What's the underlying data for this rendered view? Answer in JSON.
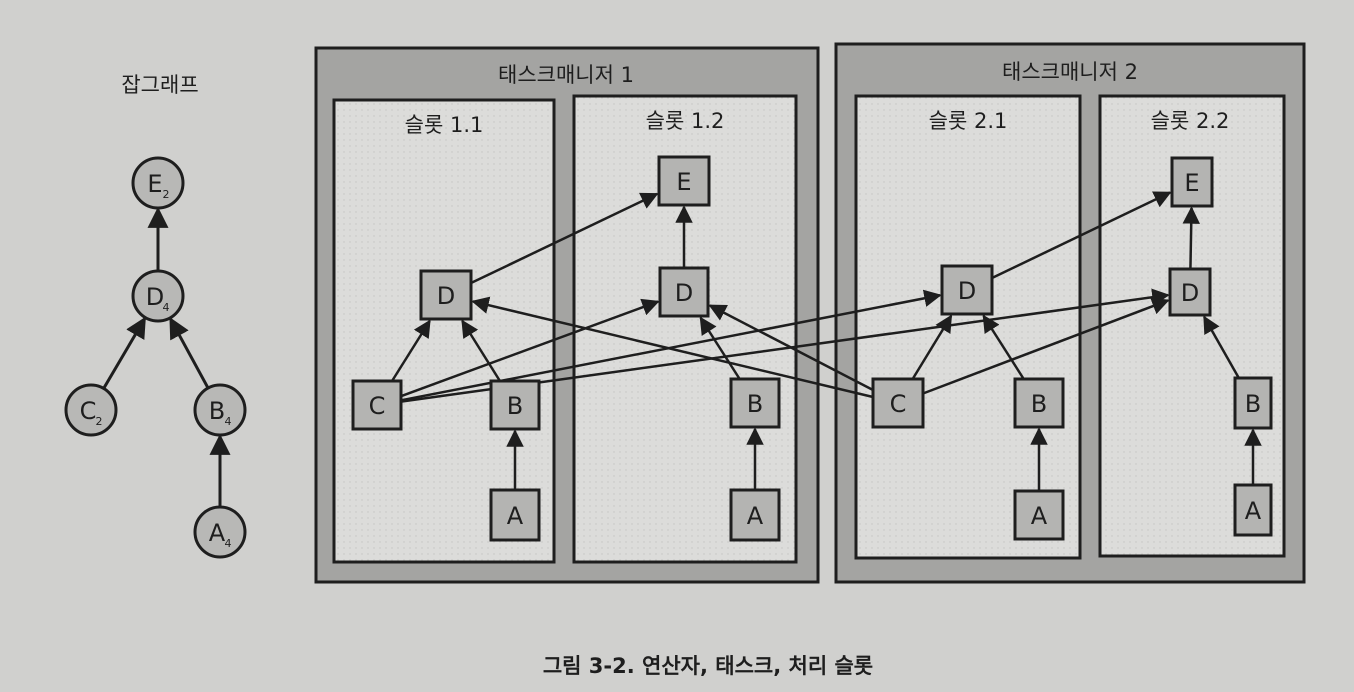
{
  "job_graph": {
    "title": "잡그래프",
    "nodes": [
      {
        "id": "E",
        "letter": "E",
        "sub": "2"
      },
      {
        "id": "D",
        "letter": "D",
        "sub": "4"
      },
      {
        "id": "C",
        "letter": "C",
        "sub": "2"
      },
      {
        "id": "B",
        "letter": "B",
        "sub": "4"
      },
      {
        "id": "A",
        "letter": "A",
        "sub": "4"
      }
    ],
    "edges": [
      [
        "D",
        "E"
      ],
      [
        "C",
        "D"
      ],
      [
        "B",
        "D"
      ],
      [
        "A",
        "B"
      ]
    ]
  },
  "task_managers": [
    {
      "id": "tm1",
      "title": "태스크매니저 1",
      "slots": [
        {
          "id": "s11",
          "title": "슬롯 1.1",
          "tasks": [
            "D",
            "C",
            "B",
            "A"
          ]
        },
        {
          "id": "s12",
          "title": "슬롯 1.2",
          "tasks": [
            "E",
            "D",
            "B",
            "A"
          ]
        }
      ]
    },
    {
      "id": "tm2",
      "title": "태스크매니저 2",
      "slots": [
        {
          "id": "s21",
          "title": "슬롯 2.1",
          "tasks": [
            "D",
            "C",
            "B",
            "A"
          ]
        },
        {
          "id": "s22",
          "title": "슬롯 2.2",
          "tasks": [
            "E",
            "D",
            "B",
            "A"
          ]
        }
      ]
    }
  ],
  "task_edges": [
    [
      "s11.A",
      "s11.B"
    ],
    [
      "s11.B",
      "s11.D"
    ],
    [
      "s11.C",
      "s11.D"
    ],
    [
      "s11.C",
      "s12.D"
    ],
    [
      "s11.C",
      "s21.D"
    ],
    [
      "s11.C",
      "s22.D"
    ],
    [
      "s11.D",
      "s12.E"
    ],
    [
      "s12.A",
      "s12.B"
    ],
    [
      "s12.B",
      "s12.D"
    ],
    [
      "s12.D",
      "s12.E"
    ],
    [
      "s21.C",
      "s11.D"
    ],
    [
      "s21.C",
      "s12.D"
    ],
    [
      "s21.C",
      "s21.D"
    ],
    [
      "s21.C",
      "s22.D"
    ],
    [
      "s21.A",
      "s21.B"
    ],
    [
      "s21.B",
      "s21.D"
    ],
    [
      "s21.D",
      "s22.E"
    ],
    [
      "s22.A",
      "s22.B"
    ],
    [
      "s22.B",
      "s22.D"
    ],
    [
      "s22.D",
      "s22.E"
    ]
  ],
  "caption": "그림 3-2. 연산자, 태스크, 처리 슬롯"
}
